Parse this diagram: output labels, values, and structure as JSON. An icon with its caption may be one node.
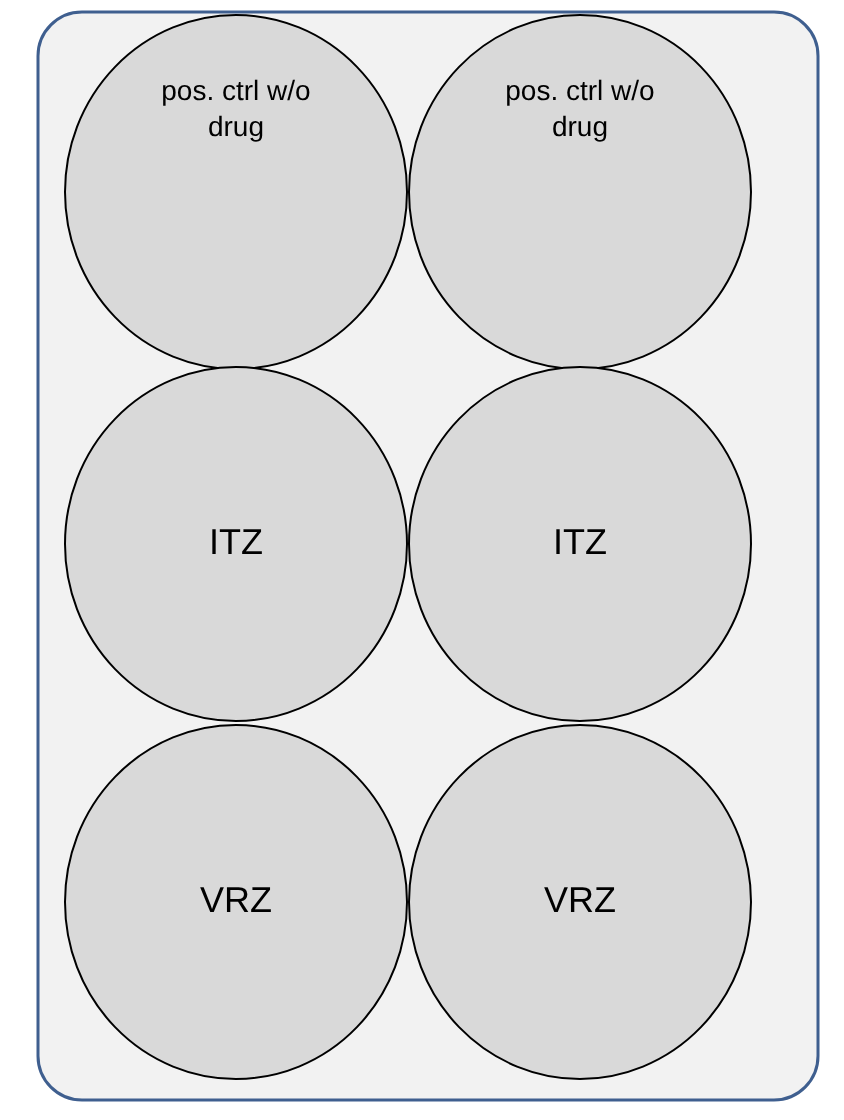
{
  "diagram": {
    "nodes": [
      {
        "text": [],
        "shape": "box"
      },
      {
        "text": [
          "pos. ctrl w/o drug"
        ],
        "in": 0
      },
      {
        "text": [
          "pos. ctrl w/o drug"
        ],
        "in": 0
      },
      {
        "text": [
          "ITZ"
        ],
        "in": 0
      },
      {
        "text": [
          "ITZ"
        ],
        "in": 0
      },
      {
        "text": [
          "VRZ"
        ],
        "in": 0
      },
      {
        "text": [
          "VRZ"
        ],
        "in": 0
      }
    ]
  }
}
